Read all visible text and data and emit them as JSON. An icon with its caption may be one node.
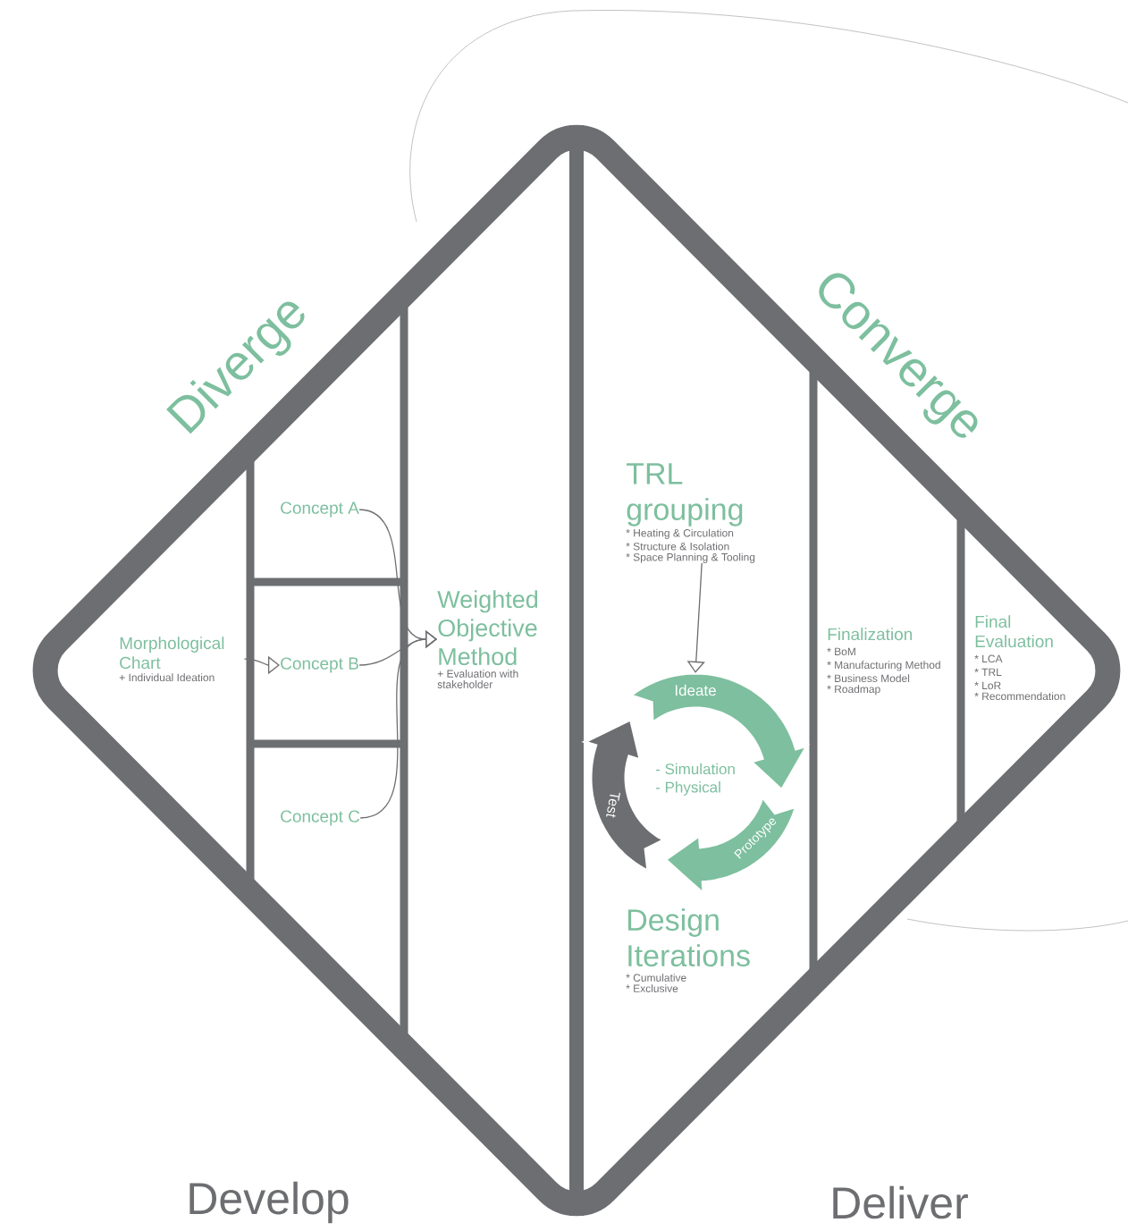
{
  "diagram": {
    "nodes": [
      {
        "text": [
          "Morphological Chart",
          "+ Individual Ideation"
        ]
      },
      {
        "text": [
          "Concept A"
        ]
      },
      {
        "text": [
          "Concept B"
        ]
      },
      {
        "text": [
          "Concept C"
        ]
      },
      {
        "text": [
          "Weighted Objective Method",
          "+ Evaluation with stakeholder"
        ]
      },
      {
        "text": [
          "TRL grouping",
          "* Heating & Circulation",
          "* Structure & Isolation",
          "* Space Planning & Tooling"
        ]
      },
      {
        "text": [],
        "shape": "circle"
      },
      {
        "text": [
          "Design Iterations",
          "* Cumulative",
          "* Exclusive"
        ]
      },
      {
        "text": [
          "Finalization",
          "* BoM",
          "* Manufacturing Method",
          "* Business Model",
          "* Roadmap"
        ]
      },
      {
        "text": [
          "Final Evaluation",
          "* LCA",
          "* TRL",
          "* LoR",
          "* Recommendation"
        ]
      }
    ],
    "edges": [
      {
        "from": 0,
        "to": 2,
        "arrow": "to"
      },
      {
        "from": 1,
        "to": 4,
        "arrow": "to"
      },
      {
        "from": 2,
        "to": 4,
        "arrow": "to"
      },
      {
        "from": 3,
        "to": 4,
        "arrow": "to"
      },
      {
        "from": 5,
        "to": 6,
        "arrow": "to"
      }
    ],
    "labels": [
      "Diverge",
      "Converge",
      "Ideate",
      "- Simulation",
      "- Physical",
      "Test",
      "Prototype",
      "Develop",
      "Deliver"
    ]
  }
}
